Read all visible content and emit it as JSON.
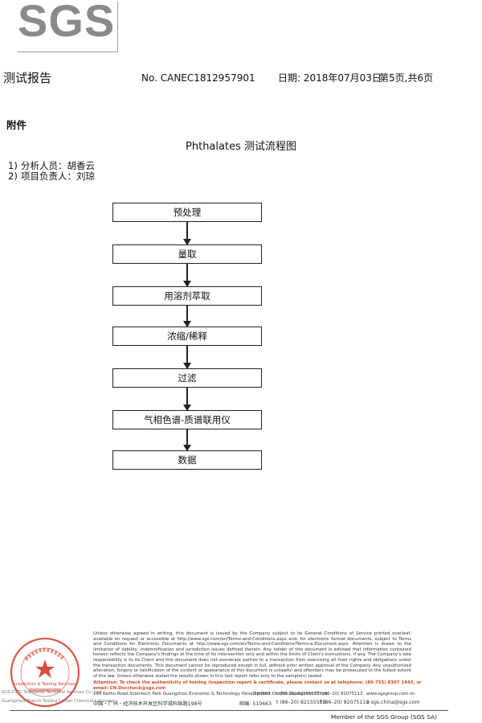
{
  "brand": {
    "logo": "SGS"
  },
  "header": {
    "title": "测试报告",
    "report_no": "No. CANEC1812957901",
    "date": "日期: 2018年07月03日",
    "page": "第5页,共6页"
  },
  "appendix_label": "附件",
  "flow_title": "Phthalates 测试流程图",
  "staff": [
    {
      "num": "1)",
      "text": "分析人员：胡香云"
    },
    {
      "num": "2)",
      "text": "项目负责人：刘琼"
    }
  ],
  "flow_steps": [
    "预处理",
    "量取",
    "用溶剂萃取",
    "浓缩/稀释",
    "过滤",
    "气相色谱-质谱联用仪",
    "数据"
  ],
  "footer": {
    "disclaimer": "Unless otherwise agreed in writing, this document is issued by the Company subject to its General Conditions of Service printed overleaf, available on request or accessible at http://www.sgs.com/en/Terms-and-Conditions.aspx and, for electronic format documents, subject to Terms and Conditions for Electronic Documents at http://www.sgs.com/en/Terms-and-Conditions/Terms-e-Document.aspx. Attention is drawn to the limitation of liability, indemnification and jurisdiction issues defined therein. Any holder of this document is advised that information contained hereon reflects the Company's findings at the time of its intervention only and within the limits of Client's instructions, if any. The Company's sole responsibility is to its Client and this document does not exonerate parties to a transaction from exercising all their rights and obligations under the transaction documents. This document cannot be reproduced except in full, without prior written approval of the Company. Any unauthorized alteration, forgery or falsification of the content or appearance of this document is unlawful and offenders may be prosecuted to the fullest extent of the law. Unless otherwise stated the results shown in this test report refer only to the sample(s) tested .",
    "attention": "Attention: To check the authenticity of testing /inspection report & certificate, please contact us at telephone: (86-755) 8307 1443, or email: CN.Doccheck@sgs.com",
    "address_en": "198 Kezhu Road,Scientech Park Guangzhou Economic & Technology Development District,Guangzhou,China",
    "address_cn": "中国・广州・经济技术开发区科学城科珠路198号",
    "postcode_en": "510663",
    "postcode_cn": "邮编: 510663",
    "tel": "t (86–20) 82155555",
    "fax": "f (86–20) 82075113",
    "web": "www.sgsgroup.com.cn",
    "email": "e sgs.china@sgs.com",
    "seal_text": "Inspection & Testing Services",
    "seal_name_1": "SGS-CSTC Standards Technical Services Co., Ltd.",
    "seal_name_2": "Guangzhou Branch Testing Center Chemical Laboratory",
    "member": "Member of the SGS Group (SGS SA)"
  },
  "colors": {
    "logo_gray": "#8a8a8a",
    "seal_red": "#d23b2a",
    "attention_orange": "#d04a1f"
  }
}
